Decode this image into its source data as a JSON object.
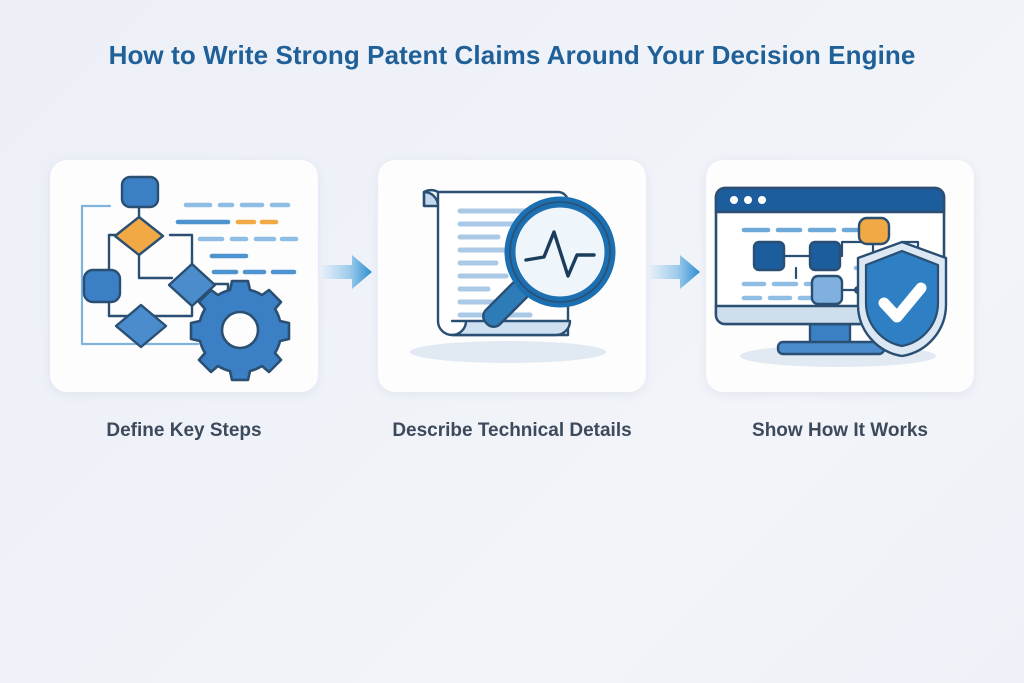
{
  "page": {
    "title": "How to Write Strong Patent Claims Around Your Decision Engine",
    "background_color": "#eef1f7",
    "title_color": "#1f6099",
    "label_color": "#3c4a5c",
    "card_color": "#fdfdfe"
  },
  "palette": {
    "primary_blue": "#3b7fc4",
    "dark_blue": "#1c5d9e",
    "navy_outline": "#2a4f73",
    "light_blue": "#8fbde4",
    "pale_blue": "#b7d3ec",
    "accent_orange": "#f0a945",
    "arrow_start": "#e3eef9",
    "arrow_end": "#2e8ed0",
    "shadow": "#dde5ef"
  },
  "steps": [
    {
      "id": "step-1",
      "label": "Define Key Steps",
      "icon": "flowchart-gear-icon",
      "icon_description": "Flowchart with blue rounded nodes, orange decision diamond and a gear"
    },
    {
      "id": "step-2",
      "label": "Describe Technical Details",
      "icon": "document-magnifier-icon",
      "icon_description": "Scrolled document page with a magnifying glass showing a pulse waveform"
    },
    {
      "id": "step-3",
      "label": "Show How It Works",
      "icon": "monitor-shield-icon",
      "icon_description": "Desktop monitor displaying a node diagram with a shield and check mark badge"
    }
  ],
  "connectors": [
    {
      "id": "connector-1",
      "icon": "arrow-right-icon"
    },
    {
      "id": "connector-2",
      "icon": "arrow-right-icon"
    }
  ]
}
